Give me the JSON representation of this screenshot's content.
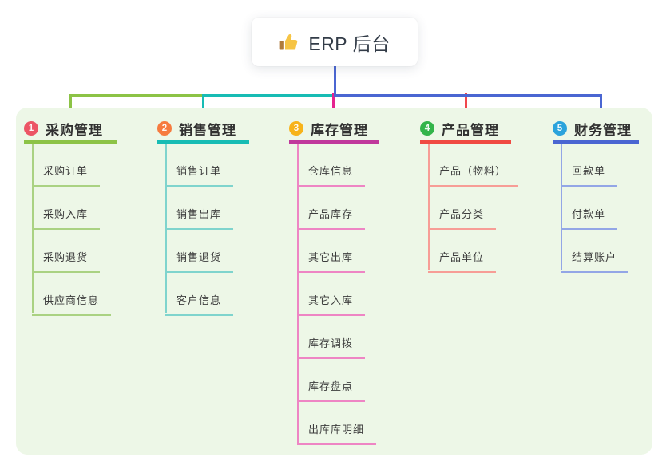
{
  "root": {
    "title": "ERP 后台",
    "icon": "thumbs-up-icon",
    "connector_color": "#4b66d2",
    "box_background": "#ffffff"
  },
  "canvas": {
    "background": "#edf7e7"
  },
  "branches": [
    {
      "index": "1",
      "title": "采购管理",
      "colors": {
        "badge": "#ec5565",
        "title_line": "#8cc346",
        "child_line": "#aad282",
        "connector": "#8cc346"
      },
      "children": [
        "采购订单",
        "采购入库",
        "采购退货",
        "供应商信息"
      ]
    },
    {
      "index": "2",
      "title": "销售管理",
      "colors": {
        "badge": "#f67b3f",
        "title_line": "#17bcb4",
        "child_line": "#7fd4cd",
        "connector": "#17bcb4"
      },
      "children": [
        "销售订单",
        "销售出库",
        "销售退货",
        "客户信息"
      ]
    },
    {
      "index": "3",
      "title": "库存管理",
      "colors": {
        "badge": "#f7b31a",
        "title_line": "#c0399c",
        "child_line": "#ee85c4",
        "connector": "#e5238f"
      },
      "children": [
        "仓库信息",
        "产品库存",
        "其它出库",
        "其它入库",
        "库存调拨",
        "库存盘点",
        "出库库明细"
      ]
    },
    {
      "index": "4",
      "title": "产品管理",
      "colors": {
        "badge": "#33b44a",
        "title_line": "#f04a42",
        "child_line": "#f79d96",
        "connector": "#f0474d"
      },
      "children": [
        "产品（物料）",
        "产品分类",
        "产品单位"
      ]
    },
    {
      "index": "5",
      "title": "财务管理",
      "colors": {
        "badge": "#2ba3dc",
        "title_line": "#4a66d2",
        "child_line": "#93a6e6",
        "connector": "#4a66d2"
      },
      "children": [
        "回款单",
        "付款单",
        "结算账户"
      ]
    }
  ]
}
